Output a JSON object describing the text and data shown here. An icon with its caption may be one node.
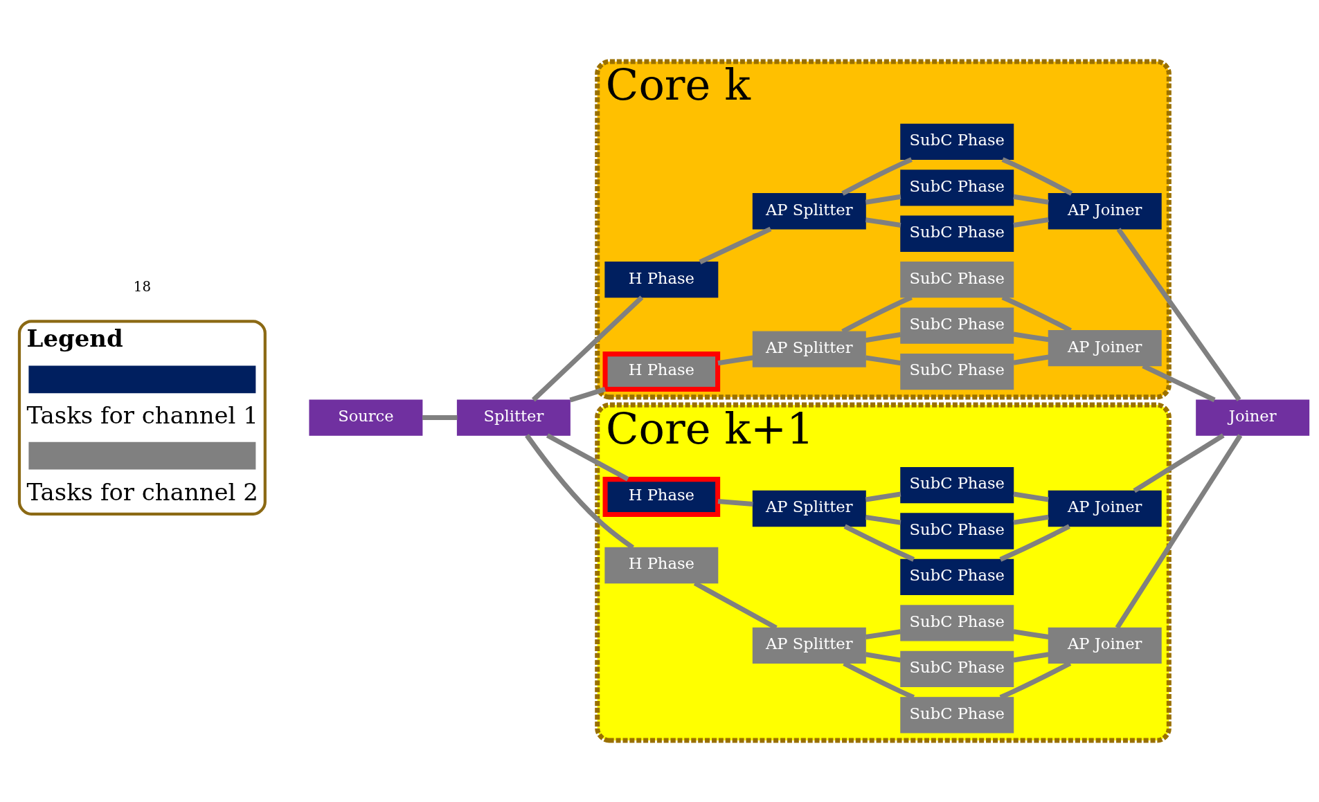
{
  "diagram": {
    "nodes": [
      {
        "text": [
          "Source"
        ]
      },
      {
        "text": [
          "Splitter"
        ]
      },
      {
        "text": [
          "Core k"
        ]
      },
      {
        "text": [
          "H Phase"
        ],
        "in": 2
      },
      {
        "text": [
          "AP Splitter"
        ],
        "in": 2
      },
      {
        "text": [
          "SubC Phase"
        ],
        "in": 2
      },
      {
        "text": [
          "SubC Phase"
        ],
        "in": 2
      },
      {
        "text": [
          "SubC Phase"
        ],
        "in": 2
      },
      {
        "text": [
          "AP Joiner"
        ],
        "in": 2
      },
      {
        "text": [
          "H Phase"
        ],
        "in": 2
      },
      {
        "text": [
          "AP Splitter"
        ],
        "in": 2
      },
      {
        "text": [
          "SubC Phase"
        ],
        "in": 2
      },
      {
        "text": [
          "SubC Phase"
        ],
        "in": 2
      },
      {
        "text": [
          "SubC Phase"
        ],
        "in": 2
      },
      {
        "text": [
          "AP Joiner"
        ],
        "in": 2
      },
      {
        "text": [
          "Core k+1"
        ]
      },
      {
        "text": [
          "H Phase"
        ],
        "in": 15
      },
      {
        "text": [
          "AP Splitter"
        ],
        "in": 15
      },
      {
        "text": [
          "SubC Phase"
        ],
        "in": 15
      },
      {
        "text": [
          "SubC Phase"
        ],
        "in": 15
      },
      {
        "text": [
          "SubC Phase"
        ],
        "in": 15
      },
      {
        "text": [
          "AP Joiner"
        ],
        "in": 15
      },
      {
        "text": [
          "H Phase"
        ],
        "in": 15
      },
      {
        "text": [
          "AP Splitter"
        ],
        "in": 15
      },
      {
        "text": [
          "SubC Phase"
        ],
        "in": 15
      },
      {
        "text": [
          "SubC Phase"
        ],
        "in": 15
      },
      {
        "text": [
          "SubC Phase"
        ],
        "in": 15
      },
      {
        "text": [
          "AP Joiner"
        ],
        "in": 15
      },
      {
        "text": [
          "Joiner"
        ]
      }
    ],
    "edges": [
      {
        "from": 0,
        "to": 1,
        "arrow": "none"
      },
      {
        "from": 1,
        "to": 3,
        "arrow": "none"
      },
      {
        "from": 1,
        "to": 9,
        "arrow": "none"
      },
      {
        "from": 1,
        "to": 16,
        "arrow": "none"
      },
      {
        "from": 1,
        "to": 22,
        "arrow": "none"
      },
      {
        "from": 3,
        "to": 4,
        "arrow": "none"
      },
      {
        "from": 4,
        "to": 5,
        "arrow": "none"
      },
      {
        "from": 4,
        "to": 6,
        "arrow": "none"
      },
      {
        "from": 4,
        "to": 7,
        "arrow": "none"
      },
      {
        "from": 5,
        "to": 8,
        "arrow": "none"
      },
      {
        "from": 6,
        "to": 8,
        "arrow": "none"
      },
      {
        "from": 7,
        "to": 8,
        "arrow": "none"
      },
      {
        "from": 8,
        "to": 28,
        "arrow": "none"
      },
      {
        "from": 9,
        "to": 10,
        "arrow": "none"
      },
      {
        "from": 10,
        "to": 11,
        "arrow": "none"
      },
      {
        "from": 10,
        "to": 12,
        "arrow": "none"
      },
      {
        "from": 10,
        "to": 13,
        "arrow": "none"
      },
      {
        "from": 11,
        "to": 14,
        "arrow": "none"
      },
      {
        "from": 12,
        "to": 14,
        "arrow": "none"
      },
      {
        "from": 13,
        "to": 14,
        "arrow": "none"
      },
      {
        "from": 14,
        "to": 28,
        "arrow": "none"
      },
      {
        "from": 16,
        "to": 17,
        "arrow": "none"
      },
      {
        "from": 17,
        "to": 18,
        "arrow": "none"
      },
      {
        "from": 17,
        "to": 19,
        "arrow": "none"
      },
      {
        "from": 17,
        "to": 20,
        "arrow": "none"
      },
      {
        "from": 18,
        "to": 21,
        "arrow": "none"
      },
      {
        "from": 19,
        "to": 21,
        "arrow": "none"
      },
      {
        "from": 20,
        "to": 21,
        "arrow": "none"
      },
      {
        "from": 21,
        "to": 28,
        "arrow": "none"
      },
      {
        "from": 22,
        "to": 23,
        "arrow": "none"
      },
      {
        "from": 23,
        "to": 24,
        "arrow": "none"
      },
      {
        "from": 23,
        "to": 25,
        "arrow": "none"
      },
      {
        "from": 23,
        "to": 26,
        "arrow": "none"
      },
      {
        "from": 24,
        "to": 27,
        "arrow": "none"
      },
      {
        "from": 25,
        "to": 27,
        "arrow": "none"
      },
      {
        "from": 26,
        "to": 27,
        "arrow": "none"
      },
      {
        "from": 27,
        "to": 28,
        "arrow": "none"
      }
    ],
    "labels": [
      "Legend",
      "18"
    ],
    "legend": [
      {
        "text": "Tasks for channel 1",
        "color": "#001f5f"
      },
      {
        "text": "Tasks for channel 2",
        "color": "#808080"
      }
    ]
  }
}
